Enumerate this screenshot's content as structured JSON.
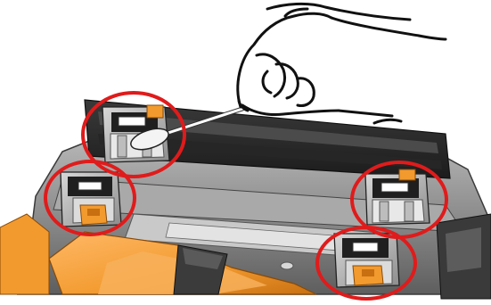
{
  "figure": {
    "subject": "fusion-splicer-clamp-cleaning",
    "highlight_count": 4,
    "colors": {
      "highlight_ring": "#e01b1b",
      "accent_orange": "#f29a2e",
      "body_gray": "#8a8a8a",
      "dark_gray": "#2f2f2f",
      "swab_tip": "#f4f4f4"
    },
    "icons": [
      "hand-holding-swab",
      "cotton-swab",
      "fiber-clamp",
      "highlight-circle"
    ]
  }
}
